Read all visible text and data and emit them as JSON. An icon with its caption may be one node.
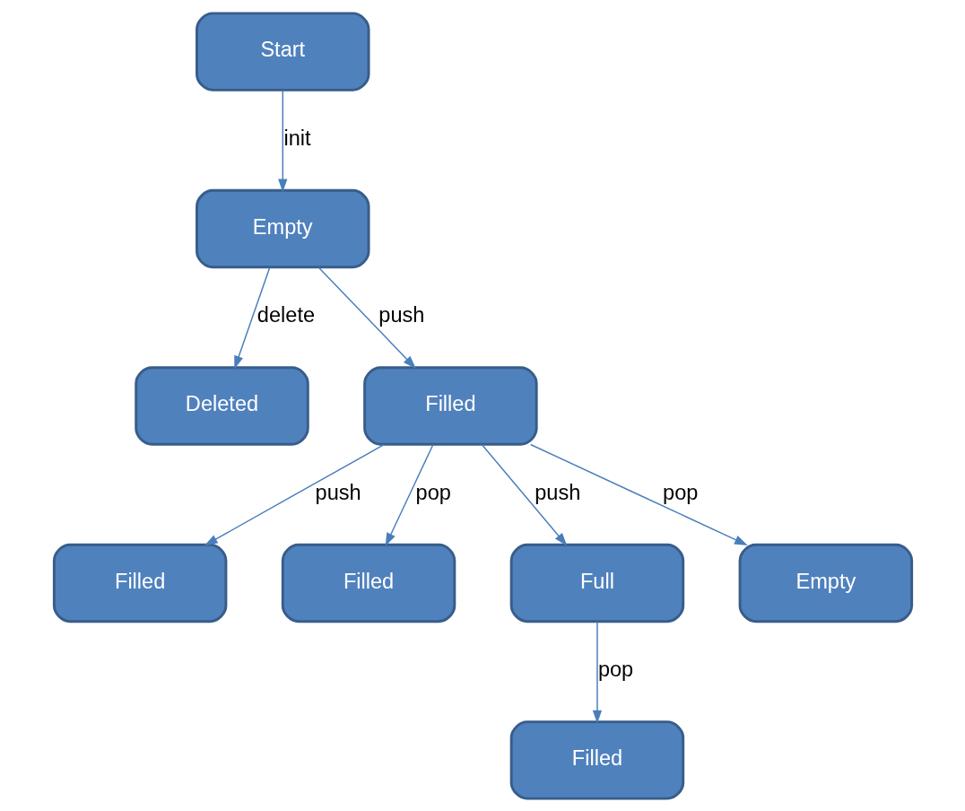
{
  "diagram": {
    "nodes": [
      {
        "text": [
          "Start"
        ]
      },
      {
        "text": [
          "Empty"
        ]
      },
      {
        "text": [
          "Deleted"
        ]
      },
      {
        "text": [
          "Filled"
        ]
      },
      {
        "text": [
          "Filled"
        ]
      },
      {
        "text": [
          "Filled"
        ]
      },
      {
        "text": [
          "Full"
        ]
      },
      {
        "text": [
          "Empty"
        ]
      },
      {
        "text": [
          "Filled"
        ]
      }
    ],
    "edges": [
      {
        "from": 0,
        "to": 1,
        "arrow": "to",
        "label": "init"
      },
      {
        "from": 1,
        "to": 2,
        "arrow": "to",
        "label": "delete"
      },
      {
        "from": 1,
        "to": 3,
        "arrow": "to",
        "label": "push"
      },
      {
        "from": 3,
        "to": 4,
        "arrow": "to",
        "label": "push"
      },
      {
        "from": 3,
        "to": 5,
        "arrow": "to",
        "label": "pop"
      },
      {
        "from": 3,
        "to": 6,
        "arrow": "to",
        "label": "push"
      },
      {
        "from": 3,
        "to": 7,
        "arrow": "to",
        "label": "pop"
      },
      {
        "from": 6,
        "to": 8,
        "arrow": "to",
        "label": "pop"
      }
    ]
  }
}
